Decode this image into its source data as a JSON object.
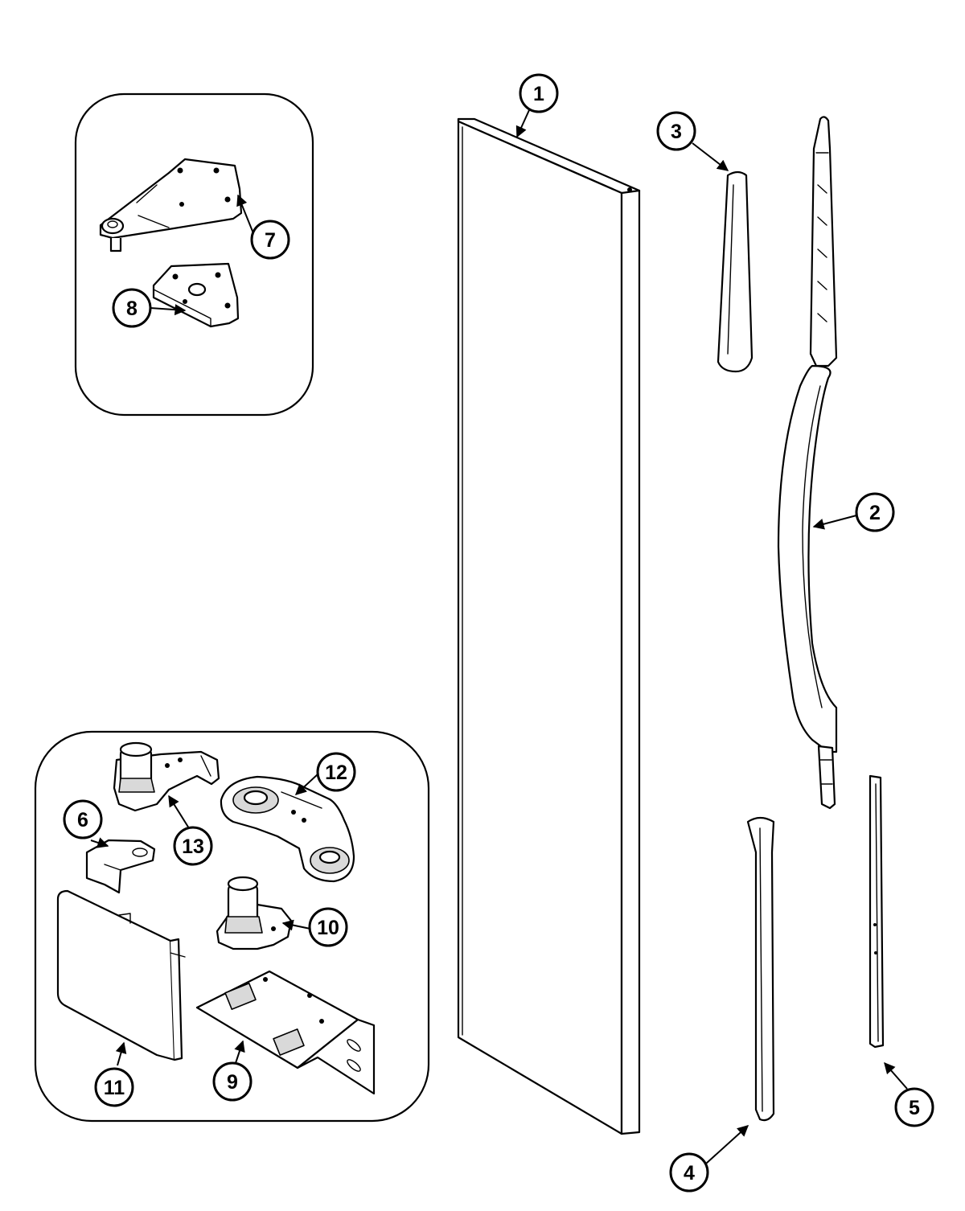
{
  "callouts": [
    {
      "id": "c1",
      "label": "1"
    },
    {
      "id": "c2",
      "label": "2"
    },
    {
      "id": "c3",
      "label": "3"
    },
    {
      "id": "c4",
      "label": "4"
    },
    {
      "id": "c5",
      "label": "5"
    },
    {
      "id": "c6",
      "label": "6"
    },
    {
      "id": "c7",
      "label": "7"
    },
    {
      "id": "c8",
      "label": "8"
    },
    {
      "id": "c9",
      "label": "9"
    },
    {
      "id": "c10",
      "label": "10"
    },
    {
      "id": "c11",
      "label": "11"
    },
    {
      "id": "c12",
      "label": "12"
    },
    {
      "id": "c13",
      "label": "13"
    }
  ],
  "colors": {
    "line": "#000000",
    "background": "#ffffff",
    "shade": "#d9d9d9"
  }
}
